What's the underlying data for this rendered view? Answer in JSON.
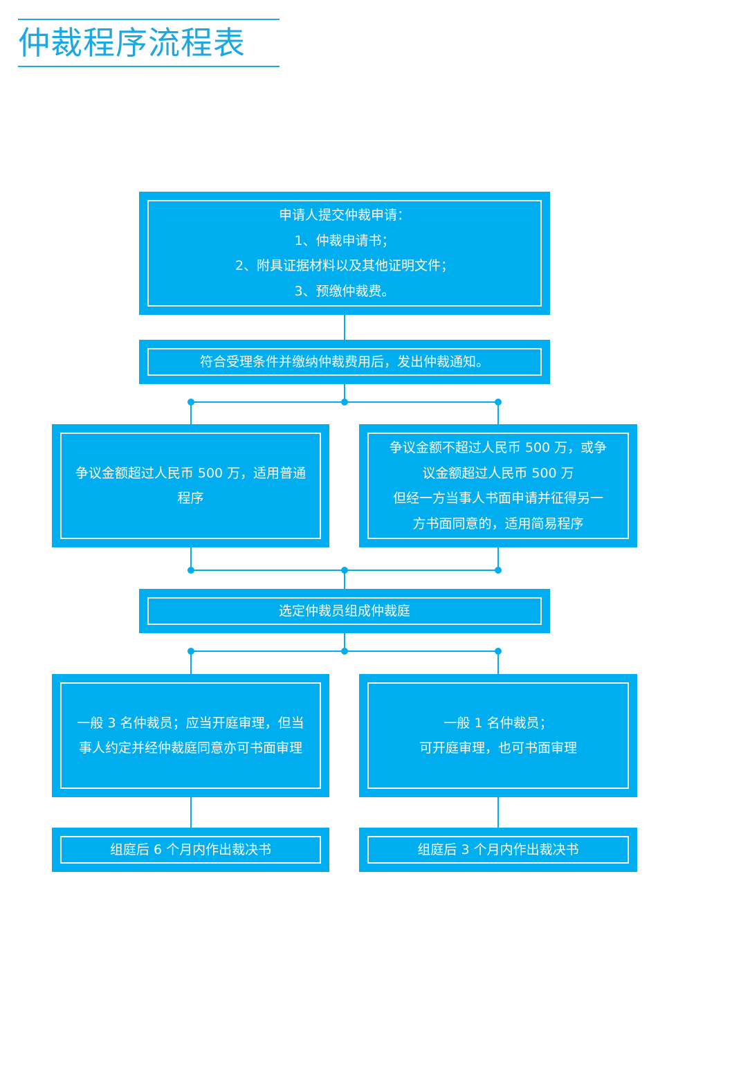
{
  "title": "仲裁程序流程表",
  "colors": {
    "accent": "#00adef",
    "title": "#1aa7e2",
    "box_text": "#ffffff"
  },
  "nodes": {
    "apply": {
      "lines": [
        "申请人提交仲裁申请：",
        "1、仲裁申请书；",
        "2、附具证据材料以及其他证明文件；",
        "3、预缴仲裁费。"
      ]
    },
    "notice": {
      "text": "符合受理条件并缴纳仲裁费用后，发出仲裁通知。"
    },
    "normal_procedure": {
      "text": "争议金额超过人民币 500 万，适用普通程序"
    },
    "simple_procedure": {
      "lines": [
        "争议金额不超过人民币 500 万，或争",
        "议金额超过人民币 500 万",
        "但经一方当事人书面申请并征得另一",
        "方书面同意的，适用简易程序"
      ]
    },
    "select_arbitrators": {
      "text": "选定仲裁员组成仲裁庭"
    },
    "normal_tribunal": {
      "text": "一般 3 名仲裁员；应当开庭审理，但当事人约定并经仲裁庭同意亦可书面审理"
    },
    "simple_tribunal": {
      "lines": [
        "一般 1 名仲裁员；",
        "可开庭审理，也可书面审理"
      ]
    },
    "normal_award": {
      "text": "组庭后 6 个月内作出裁决书"
    },
    "simple_award": {
      "text": "组庭后 3 个月内作出裁决书"
    }
  }
}
